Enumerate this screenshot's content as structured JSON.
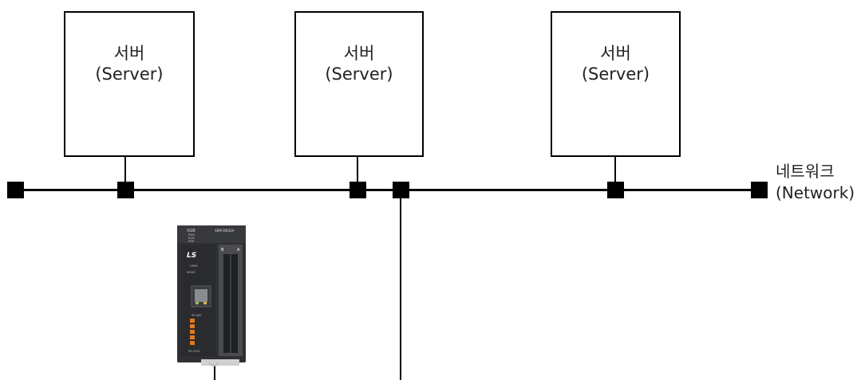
{
  "servers": [
    {
      "name_ko": "서버",
      "name_en": "(Server)"
    },
    {
      "name_ko": "서버",
      "name_en": "(Server)"
    },
    {
      "name_ko": "서버",
      "name_en": "(Server)"
    }
  ],
  "network": {
    "name_ko": "네트워크",
    "name_en": "(Network)"
  },
  "plc": {
    "brand_logo": "LS",
    "series": "XGB",
    "model": "XBM-DN32H",
    "led_labels": [
      "PWR",
      "RUN",
      "ERR"
    ],
    "side_labels": [
      "OPEN",
      "MODE",
      "RS-485",
      "RS-232C"
    ],
    "connector_labels": [
      "B",
      "A"
    ]
  },
  "colors": {
    "line": "#000000",
    "plc_body": "#2f3033",
    "plc_accent": "#e07a1f"
  }
}
